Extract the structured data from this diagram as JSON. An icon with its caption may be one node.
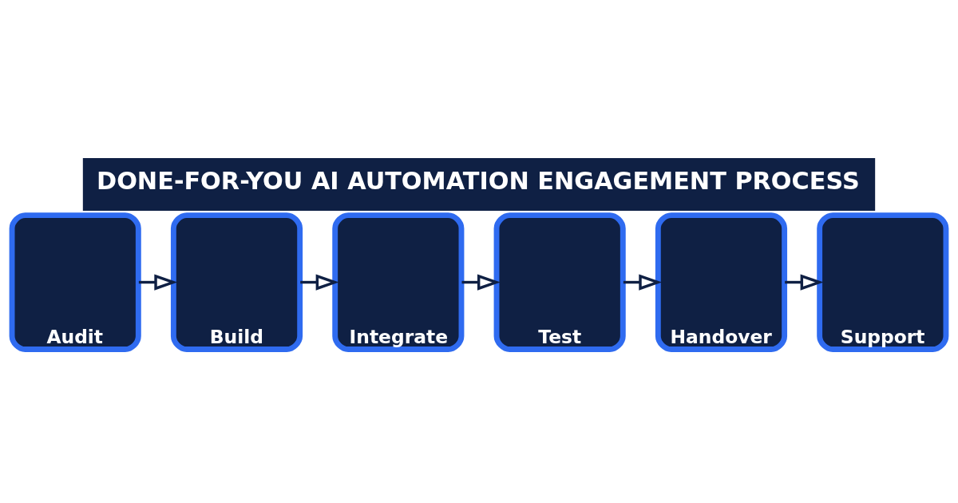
{
  "diagram": {
    "title": "DONE-FOR-YOU AI AUTOMATION ENGAGEMENT PROCESS",
    "nodes": [
      {
        "text": [
          "Audit"
        ]
      },
      {
        "text": [
          "Build"
        ]
      },
      {
        "text": [
          "Integrate"
        ]
      },
      {
        "text": [
          "Test"
        ]
      },
      {
        "text": [
          "Handover"
        ]
      },
      {
        "text": [
          "Support"
        ]
      }
    ],
    "edges": [
      {
        "from": 0,
        "to": 1,
        "arrow": "to"
      },
      {
        "from": 1,
        "to": 2,
        "arrow": "to"
      },
      {
        "from": 2,
        "to": 3,
        "arrow": "to"
      },
      {
        "from": 3,
        "to": 4,
        "arrow": "to"
      },
      {
        "from": 4,
        "to": 5,
        "arrow": "to"
      }
    ]
  }
}
